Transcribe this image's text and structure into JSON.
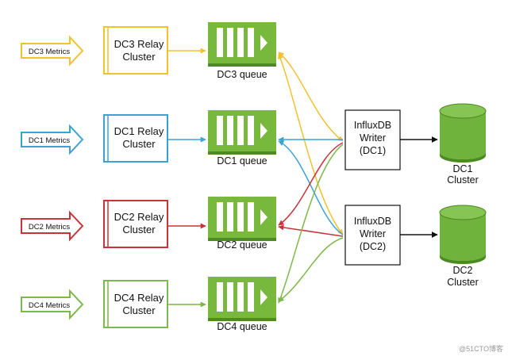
{
  "colors": {
    "dc3": "#f2c12e",
    "dc1": "#3aa3d4",
    "dc2": "#c8323a",
    "dc4": "#7db84a",
    "queue_fill": "#78b83c",
    "queue_dark": "#4e8a23",
    "writer_stroke": "#111111",
    "db_fill": "#6fb23c",
    "db_dark": "#4a8a20"
  },
  "rows": [
    {
      "key": "dc3",
      "metrics_label": "DC3 Metrics",
      "relay_line1": "DC3 Relay",
      "relay_line2": "Cluster",
      "queue_label": "DC3 queue"
    },
    {
      "key": "dc1",
      "metrics_label": "DC1 Metrics",
      "relay_line1": "DC1 Relay",
      "relay_line2": "Cluster",
      "queue_label": "DC1 queue"
    },
    {
      "key": "dc2",
      "metrics_label": "DC2 Metrics",
      "relay_line1": "DC2 Relay",
      "relay_line2": "Cluster",
      "queue_label": "DC2 queue"
    },
    {
      "key": "dc4",
      "metrics_label": "DC4 Metrics",
      "relay_line1": "DC4 Relay",
      "relay_line2": "Cluster",
      "queue_label": "DC4 queue"
    }
  ],
  "writers": [
    {
      "key": "w1",
      "line1": "InfluxDB",
      "line2": "Writer",
      "line3": "(DC1)"
    },
    {
      "key": "w2",
      "line1": "InfluxDB",
      "line2": "Writer",
      "line3": "(DC2)"
    }
  ],
  "databases": [
    {
      "key": "db1",
      "line1": "DC1",
      "line2": "Cluster"
    },
    {
      "key": "db2",
      "line1": "DC2",
      "line2": "Cluster"
    }
  ],
  "watermark": "@51CTO博客"
}
